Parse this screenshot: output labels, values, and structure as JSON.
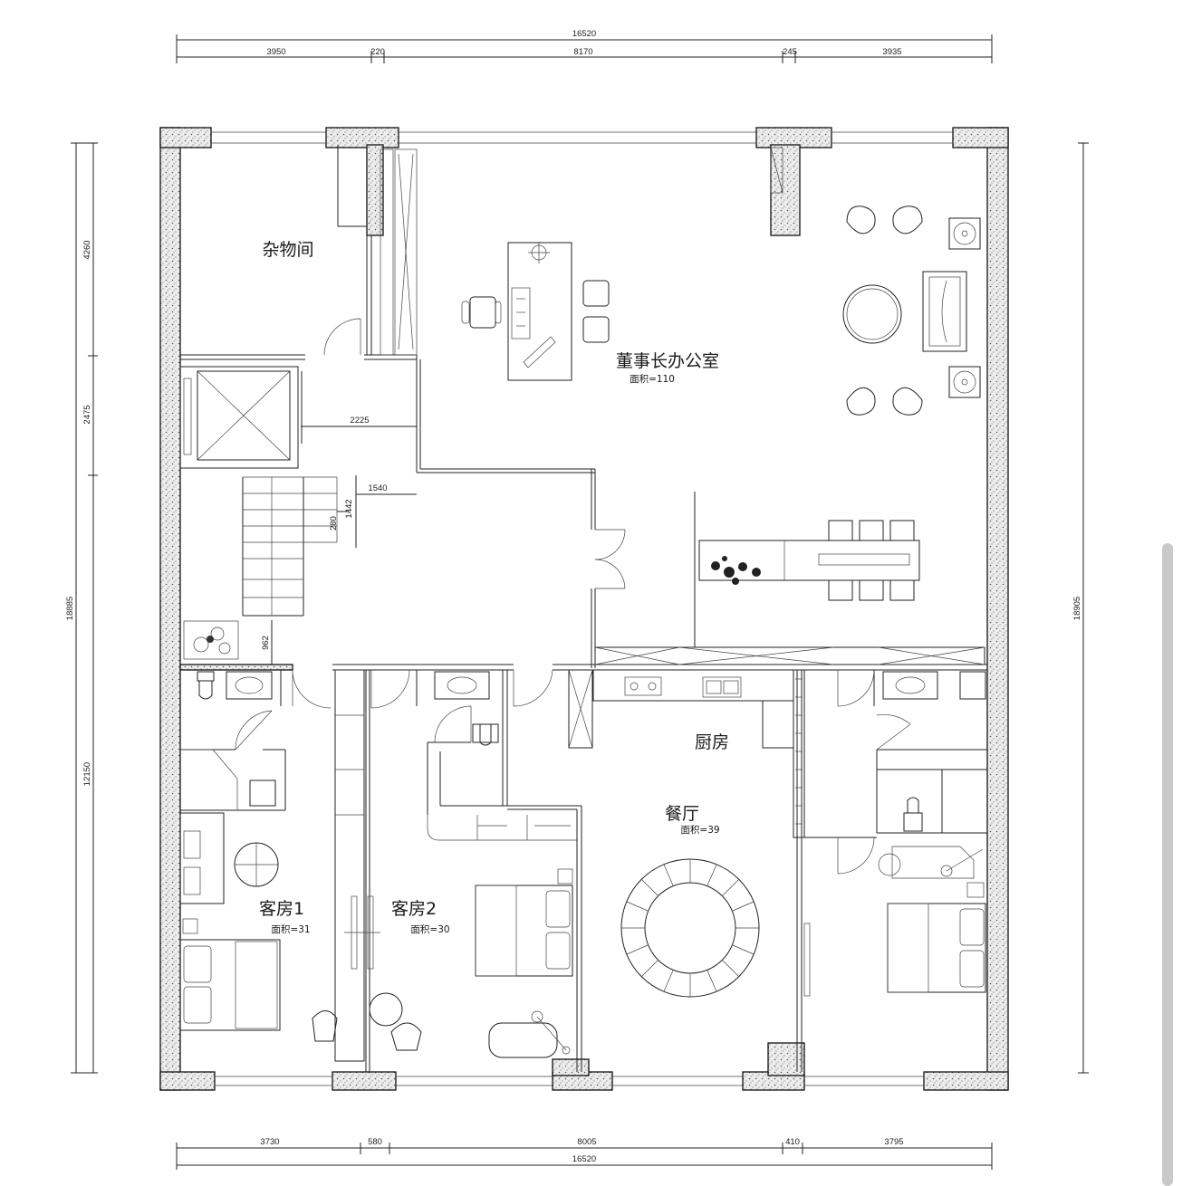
{
  "dimensions": {
    "top_total": "16520",
    "top_segments": [
      "3950",
      "220",
      "8170",
      "245",
      "3935"
    ],
    "bottom_segments": [
      "3730",
      "580",
      "8005",
      "410",
      "3795"
    ],
    "bottom_total": "16520",
    "left_outer": "18885",
    "left_segments": [
      "4260",
      "2475",
      "12150"
    ],
    "right_total": "18905",
    "inner": [
      "2225",
      "1540",
      "1442",
      "280",
      "962"
    ]
  },
  "rooms": {
    "storage": "杂物间",
    "chairman_office": "董事长办公室",
    "chairman_office_area": "面积=110",
    "kitchen": "厨房",
    "dining": "餐厅",
    "dining_area": "面积=39",
    "guest1": "客房1",
    "guest1_area": "面积=31",
    "guest2": "客房2",
    "guest2_area": "面积=30"
  },
  "colors": {
    "wall_line": "#111111",
    "hatch_fill": "#d7d7d7",
    "background": "#ffffff",
    "scrollbar": "#c9c9c9"
  }
}
